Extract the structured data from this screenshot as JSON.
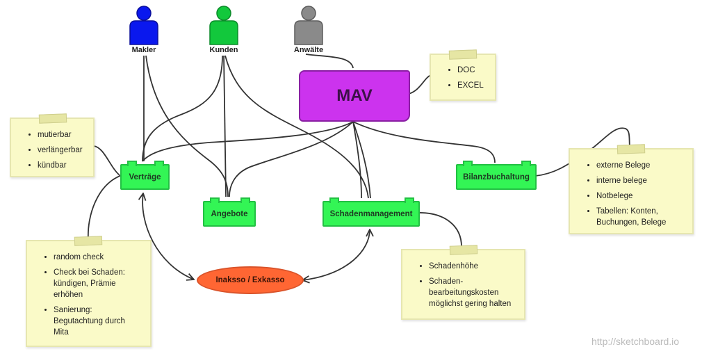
{
  "actors": [
    {
      "label": "Makler",
      "color": "#0a18ee"
    },
    {
      "label": "Kunden",
      "color": "#12c83c"
    },
    {
      "label": "Anwälte",
      "color": "#8a8a8a"
    }
  ],
  "system": {
    "label": "MAV",
    "color": "#cc33ee"
  },
  "components": [
    {
      "label": "Verträge"
    },
    {
      "label": "Angebote"
    },
    {
      "label": "Schadenmanagement"
    },
    {
      "label": "Bilanzbuchaltung"
    }
  ],
  "collection": {
    "label": "Inaksso / Exkasso",
    "color": "#ff6633"
  },
  "notes": {
    "formats": [
      "DOC",
      "EXCEL"
    ],
    "vertraege": [
      "mutierbar",
      "verlängerbar",
      "kündbar"
    ],
    "checks": [
      "random check",
      "Check bei Schaden: kündigen, Prämie erhöhen",
      "Sanierung: Begutachtung durch Mita"
    ],
    "schaden": [
      "Schadenhöhe",
      "Schaden-bearbeitungskosten möglichst gering halten"
    ],
    "belege": [
      "externe Belege",
      "interne belege",
      "Notbelege",
      "Tabellen: Konten, Buchungen, Belege"
    ]
  },
  "watermark": "http://sketchboard.io"
}
